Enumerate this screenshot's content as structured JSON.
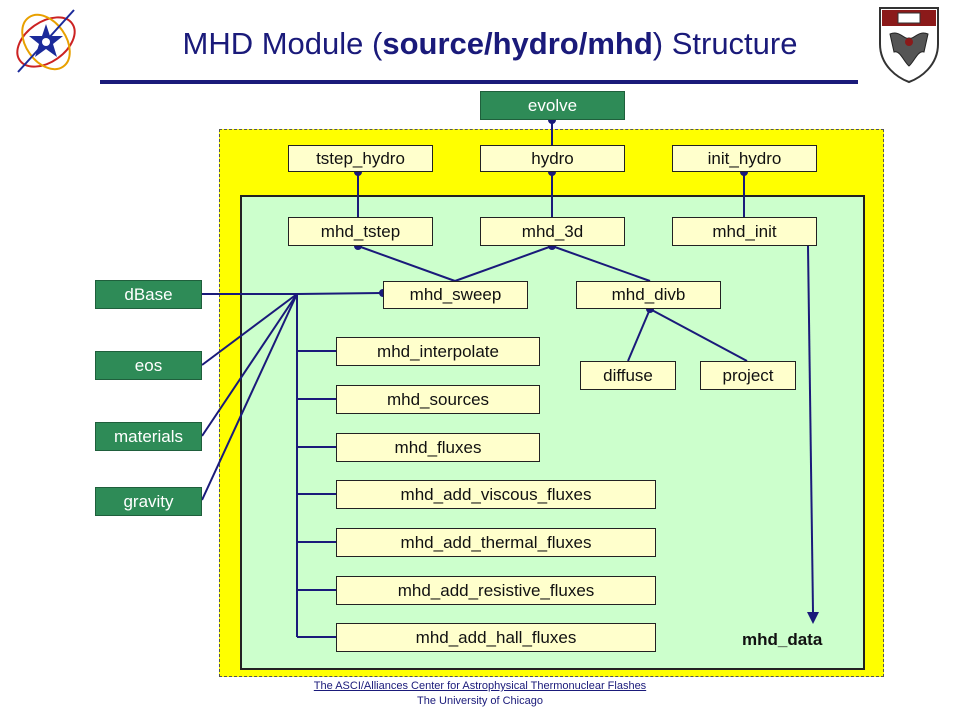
{
  "title": {
    "prefix": "MHD Module (",
    "bold": "source/hydro/mhd",
    "suffix": ") Structure"
  },
  "colors": {
    "title": "#1a1a7a",
    "outer_zone": "#ffff00",
    "inner_zone": "#ccffcc",
    "box_fill": "#ffffcc",
    "external_box": "#2e8b57"
  },
  "logos": {
    "left": "flash-center-logo-icon",
    "right": "university-of-chicago-crest-icon"
  },
  "nodes": {
    "evolve": "evolve",
    "tstep_hydro": "tstep_hydro",
    "hydro": "hydro",
    "init_hydro": "init_hydro",
    "mhd_tstep": "mhd_tstep",
    "mhd_3d": "mhd_3d",
    "mhd_init": "mhd_init",
    "mhd_sweep": "mhd_sweep",
    "mhd_divb": "mhd_divb",
    "diffuse": "diffuse",
    "project": "project",
    "mhd_interpolate": "mhd_interpolate",
    "mhd_sources": "mhd_sources",
    "mhd_fluxes": "mhd_fluxes",
    "mhd_add_viscous_fluxes": "mhd_add_viscous_fluxes",
    "mhd_add_thermal_fluxes": "mhd_add_thermal_fluxes",
    "mhd_add_resistive_fluxes": "mhd_add_resistive_fluxes",
    "mhd_add_hall_fluxes": "mhd_add_hall_fluxes",
    "mhd_data": "mhd_data"
  },
  "external": {
    "dbase": "dBase",
    "eos": "eos",
    "materials": "materials",
    "gravity": "gravity"
  },
  "footer": {
    "line1": "The ASCI/Alliances Center for Astrophysical Thermonuclear Flashes",
    "line2": "The University of Chicago"
  }
}
